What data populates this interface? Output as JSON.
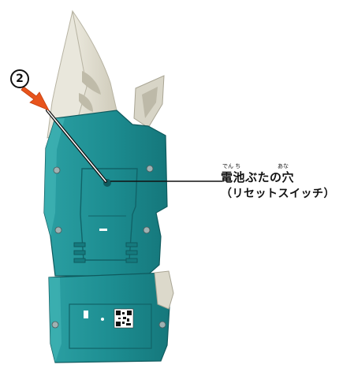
{
  "step": {
    "marker": "2"
  },
  "callout": {
    "main_text": "電池ぶたの穴",
    "sub_text": "（リセットスイッチ）",
    "ruby_den_chi": "でん ち",
    "ruby_ana": "あな"
  },
  "qr": {
    "label": "QR code"
  },
  "colors": {
    "body_teal": "#1f8f93",
    "body_teal_dark": "#146b70",
    "body_teal_light": "#4fb9bb",
    "blade_ivory": "#e7e5da",
    "blade_shadow": "#c9c5b5",
    "accent_arrow": "#e8541c",
    "leader_line": "#111111"
  }
}
